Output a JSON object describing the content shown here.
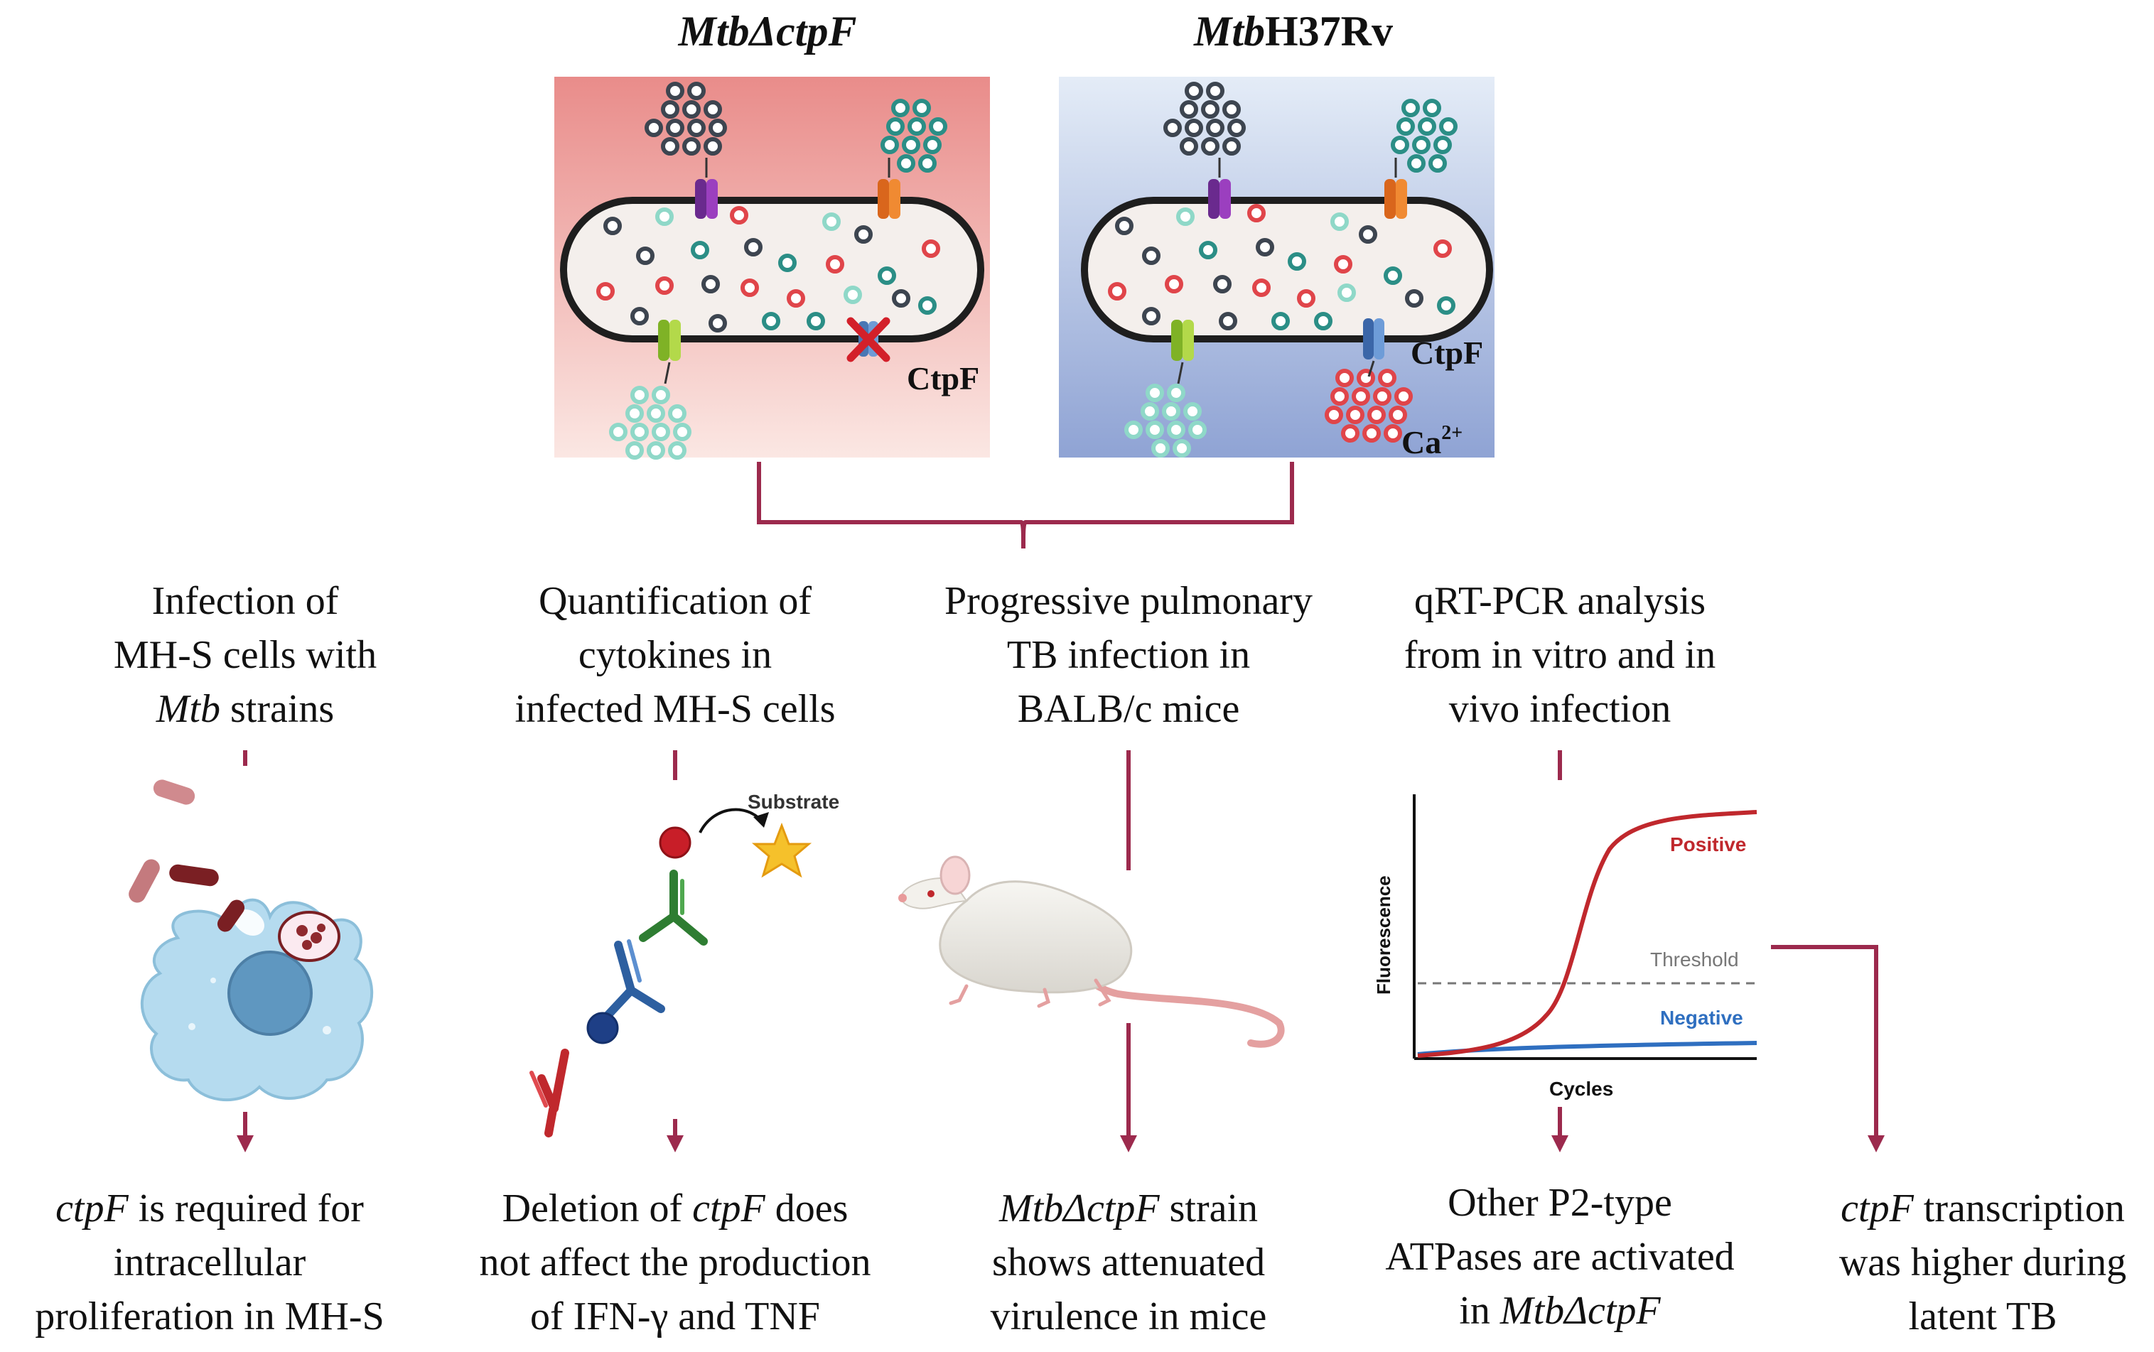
{
  "strains": {
    "left_title": {
      "italic": "MtbΔctpF",
      "regular": ""
    },
    "right_title": {
      "italic": "Mtb",
      "regular": "H37Rv"
    }
  },
  "panels": {
    "left": {
      "ctpf_label": "CtpF",
      "ctpf_state": "deleted"
    },
    "right": {
      "ctpf_label": "CtpF",
      "ion_label": "Ca",
      "ion_charge": "2+"
    }
  },
  "steps": [
    {
      "lines": [
        [
          {
            "t": "Infection of",
            "i": false
          }
        ],
        [
          {
            "t": "MH-S cells with",
            "i": false
          }
        ],
        [
          {
            "t": "Mtb",
            "i": true
          },
          {
            "t": " strains",
            "i": false
          }
        ]
      ]
    },
    {
      "lines": [
        [
          {
            "t": "Quantification of",
            "i": false
          }
        ],
        [
          {
            "t": "cytokines in",
            "i": false
          }
        ],
        [
          {
            "t": "infected MH-S cells",
            "i": false
          }
        ]
      ]
    },
    {
      "lines": [
        [
          {
            "t": "Progressive pulmonary",
            "i": false
          }
        ],
        [
          {
            "t": "TB infection in",
            "i": false
          }
        ],
        [
          {
            "t": "BALB/c mice",
            "i": false
          }
        ]
      ]
    },
    {
      "lines": [
        [
          {
            "t": "qRT-PCR analysis",
            "i": false
          }
        ],
        [
          {
            "t": "from in vitro and in",
            "i": false
          }
        ],
        [
          {
            "t": "vivo infection",
            "i": false
          }
        ]
      ]
    }
  ],
  "results": [
    {
      "lines": [
        [
          {
            "t": "ctpF",
            "i": true
          },
          {
            "t": " is required for",
            "i": false
          }
        ],
        [
          {
            "t": "intracellular",
            "i": false
          }
        ],
        [
          {
            "t": "proliferation in MH-S",
            "i": false
          }
        ]
      ]
    },
    {
      "lines": [
        [
          {
            "t": "Deletion of ",
            "i": false
          },
          {
            "t": "ctpF",
            "i": true
          },
          {
            "t": " does",
            "i": false
          }
        ],
        [
          {
            "t": "not affect the production",
            "i": false
          }
        ],
        [
          {
            "t": "of IFN-γ and TNF",
            "i": false
          }
        ]
      ]
    },
    {
      "lines": [
        [
          {
            "t": "MtbΔctpF",
            "i": true
          },
          {
            "t": " strain",
            "i": false
          }
        ],
        [
          {
            "t": "shows attenuated",
            "i": false
          }
        ],
        [
          {
            "t": "virulence in mice",
            "i": false
          }
        ]
      ]
    },
    {
      "lines": [
        [
          {
            "t": "Other P2-type",
            "i": false
          }
        ],
        [
          {
            "t": "ATPases are activated",
            "i": false
          }
        ],
        [
          {
            "t": "in ",
            "i": false
          },
          {
            "t": "MtbΔctpF",
            "i": true
          }
        ]
      ]
    },
    {
      "lines": [
        [
          {
            "t": "ctpF",
            "i": true
          },
          {
            "t": " transcription",
            "i": false
          }
        ],
        [
          {
            "t": "was higher during",
            "i": false
          }
        ],
        [
          {
            "t": "latent TB",
            "i": false
          }
        ]
      ]
    }
  ],
  "elisa": {
    "substrate_label": "Substrate"
  },
  "qpcr": {
    "positive_label": "Positive",
    "negative_label": "Negative",
    "threshold_label": "Threshold",
    "xlabel": "Cycles",
    "ylabel": "Fluorescence",
    "positive_color": "#c0282d",
    "negative_color": "#2f6fc0",
    "threshold_color": "#777777"
  },
  "colors": {
    "connector": "#9c2a4d",
    "left_panel": "#f1b9b3",
    "right_panel": "#a8b7dc",
    "dark_ion": "#3d4550",
    "teal_ion": "#2b8e86",
    "light_teal_ion": "#8fd8c8",
    "red_ion": "#e0454a",
    "rod_bacterium": "#7a1f23",
    "macrophage": "#b5dbef",
    "macrophage_nucleus": "#5f97c0"
  },
  "icons": {
    "bacterium": "rod-bacterium-icon",
    "efflux_pumps": "membrane-pump-icon",
    "macrophage": "macrophage-cell-icon",
    "antibody": "antibody-icon",
    "mouse": "mouse-icon",
    "pcr_chart": "qpcr-curve-icon",
    "deletion": "red-x-icon"
  }
}
